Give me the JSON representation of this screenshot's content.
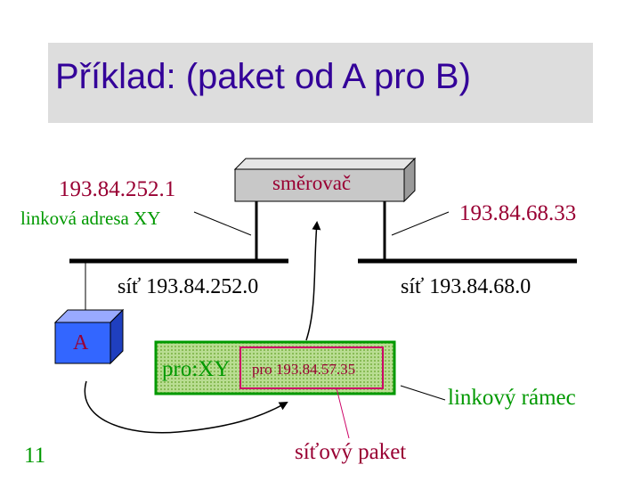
{
  "slide": {
    "title": "Příklad: (paket od A pro B)",
    "page_number": "11"
  },
  "router": {
    "label": "směrovač"
  },
  "left_side": {
    "ip": "193.84.252.1",
    "link_address": "linková adresa XY",
    "network": "síť 193.84.252.0"
  },
  "right_side": {
    "ip": "193.84.68.33",
    "network": "síť 193.84.68.0"
  },
  "host": {
    "label": "A"
  },
  "frame": {
    "to_label": "pro:XY",
    "packet_text": "pro 193.84.57.35",
    "caption": "linkový rámec"
  },
  "packet": {
    "caption": "síťový paket"
  },
  "colors": {
    "title": "#330099",
    "title_band": "#dddddd",
    "address_red": "#990033",
    "green": "#009900",
    "host_blue": "#3366ff",
    "frame_fill": "#99cc66",
    "router_gray": "#c8c8c8"
  }
}
